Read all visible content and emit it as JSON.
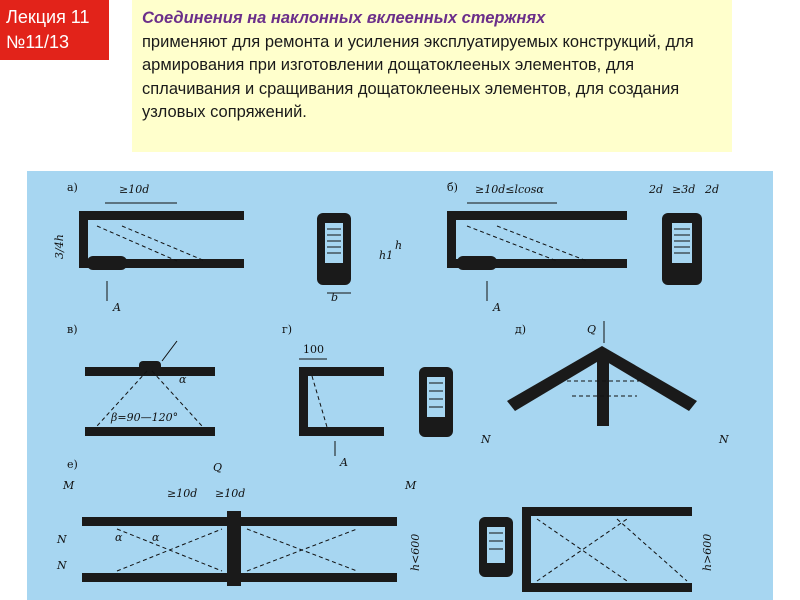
{
  "lecture": {
    "line1": "Лекция 11",
    "line2": "№11/13"
  },
  "intro": {
    "title": "Соединения на наклонных вклеенных стержнях",
    "body": "применяют для ремонта и усиления эксплуатируемых конструкций, для армирования при изготовлении дощатоклееных элементов, для сплачивания и сращивания дощатоклееных элементов, для создания узловых сопряжений."
  },
  "figure": {
    "panels": {
      "a": "а)",
      "b": "б)",
      "v": "в)",
      "g": "г)",
      "d": "д)",
      "e": "е)"
    },
    "dims": {
      "a_top": "≥10d",
      "a_left": "3/4h",
      "h": "h",
      "h1": "h1",
      "b": "b",
      "b_top": "≥10d≤lcosα",
      "b_right_1": "2d",
      "b_right_2": "≥3d",
      "b_right_3": "2d",
      "v_angle": "α",
      "v_beta": "β=90—120°",
      "g_top": "100",
      "e_top_1": "≥10d",
      "e_top_2": "≥10d",
      "e_alpha_1": "α",
      "e_alpha_2": "α",
      "e_h_left": "h<600",
      "e_h_right": "h>600"
    },
    "forces": {
      "A": "A",
      "Q": "Q",
      "N": "N",
      "M": "M"
    }
  }
}
